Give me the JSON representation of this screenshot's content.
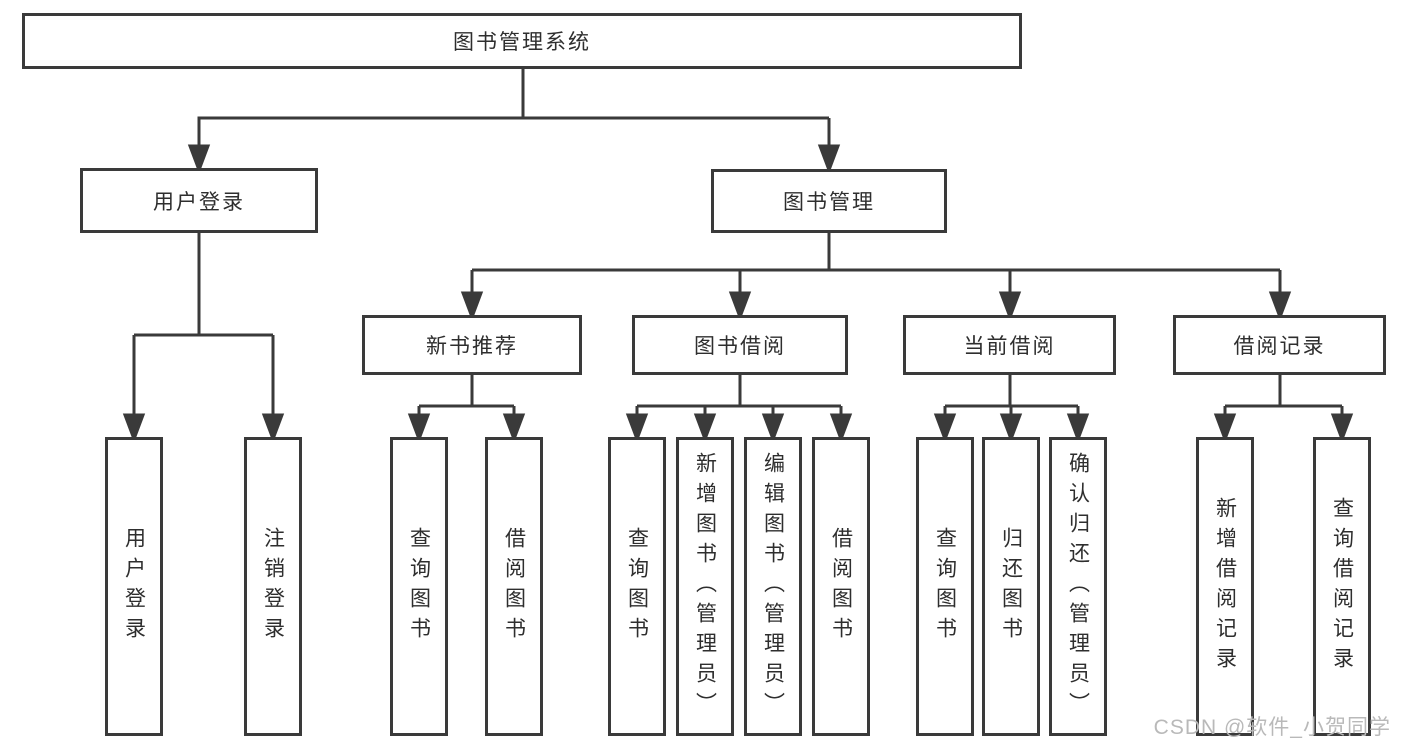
{
  "diagram": {
    "type": "hierarchy-tree",
    "nodes": {
      "root": {
        "label": "图书管理系统"
      },
      "user_login": {
        "label": "用户登录"
      },
      "book_mgmt": {
        "label": "图书管理"
      },
      "new_book": {
        "label": "新书推荐"
      },
      "book_borrow": {
        "label": "图书借阅"
      },
      "current_borrow": {
        "label": "当前借阅"
      },
      "borrow_records": {
        "label": "借阅记录"
      },
      "ul_login": {
        "label": "用户登录"
      },
      "ul_logout": {
        "label": "注销登录"
      },
      "nb_query": {
        "label": "查询图书"
      },
      "nb_borrow": {
        "label": "借阅图书"
      },
      "bb_query": {
        "label": "查询图书"
      },
      "bb_add": {
        "label": "新增图书（管理员）"
      },
      "bb_edit": {
        "label": "编辑图书（管理员）"
      },
      "bb_borrow": {
        "label": "借阅图书"
      },
      "cb_query": {
        "label": "查询图书"
      },
      "cb_return": {
        "label": "归还图书"
      },
      "cb_confirm": {
        "label": "确认归还（管理员）"
      },
      "br_add": {
        "label": "新增借阅记录"
      },
      "br_query": {
        "label": "查询借阅记录"
      }
    },
    "edges": [
      [
        "root",
        "user_login"
      ],
      [
        "root",
        "book_mgmt"
      ],
      [
        "user_login",
        "ul_login"
      ],
      [
        "user_login",
        "ul_logout"
      ],
      [
        "book_mgmt",
        "new_book"
      ],
      [
        "book_mgmt",
        "book_borrow"
      ],
      [
        "book_mgmt",
        "current_borrow"
      ],
      [
        "book_mgmt",
        "borrow_records"
      ],
      [
        "new_book",
        "nb_query"
      ],
      [
        "new_book",
        "nb_borrow"
      ],
      [
        "book_borrow",
        "bb_query"
      ],
      [
        "book_borrow",
        "bb_add"
      ],
      [
        "book_borrow",
        "bb_edit"
      ],
      [
        "book_borrow",
        "bb_borrow"
      ],
      [
        "current_borrow",
        "cb_query"
      ],
      [
        "current_borrow",
        "cb_return"
      ],
      [
        "current_borrow",
        "cb_confirm"
      ],
      [
        "borrow_records",
        "br_add"
      ],
      [
        "borrow_records",
        "br_query"
      ]
    ],
    "colors": {
      "line": "#3a3a3a",
      "border": "#3a3a3a",
      "text": "#2e2e2e",
      "box_bg": "#ffffff"
    }
  },
  "watermark": {
    "text": "CSDN @软件_小贺同学",
    "color": "#b9b9b9"
  }
}
